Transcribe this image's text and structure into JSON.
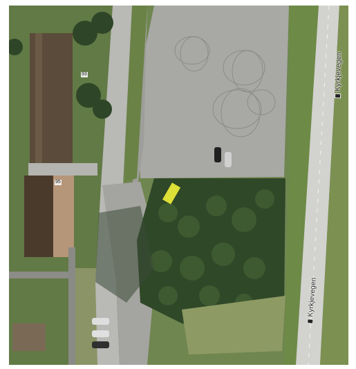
{
  "map": {
    "type": "aerial-photo",
    "roads": [
      {
        "id": "road-1",
        "name": "Kyrkjevegen"
      },
      {
        "id": "road-2",
        "name": "Kyrkjevegen"
      }
    ],
    "house_numbers": [
      {
        "id": "house-num-1",
        "value": "93"
      },
      {
        "id": "house-num-2",
        "value": "95"
      }
    ],
    "colors": {
      "asphalt": "#a6a6a4",
      "road": "#cfcfcc",
      "grass": "#7f955c",
      "trees": "#2d4526",
      "roof_brown": "#4a3a2c",
      "highlight": "#f2f23a"
    }
  }
}
